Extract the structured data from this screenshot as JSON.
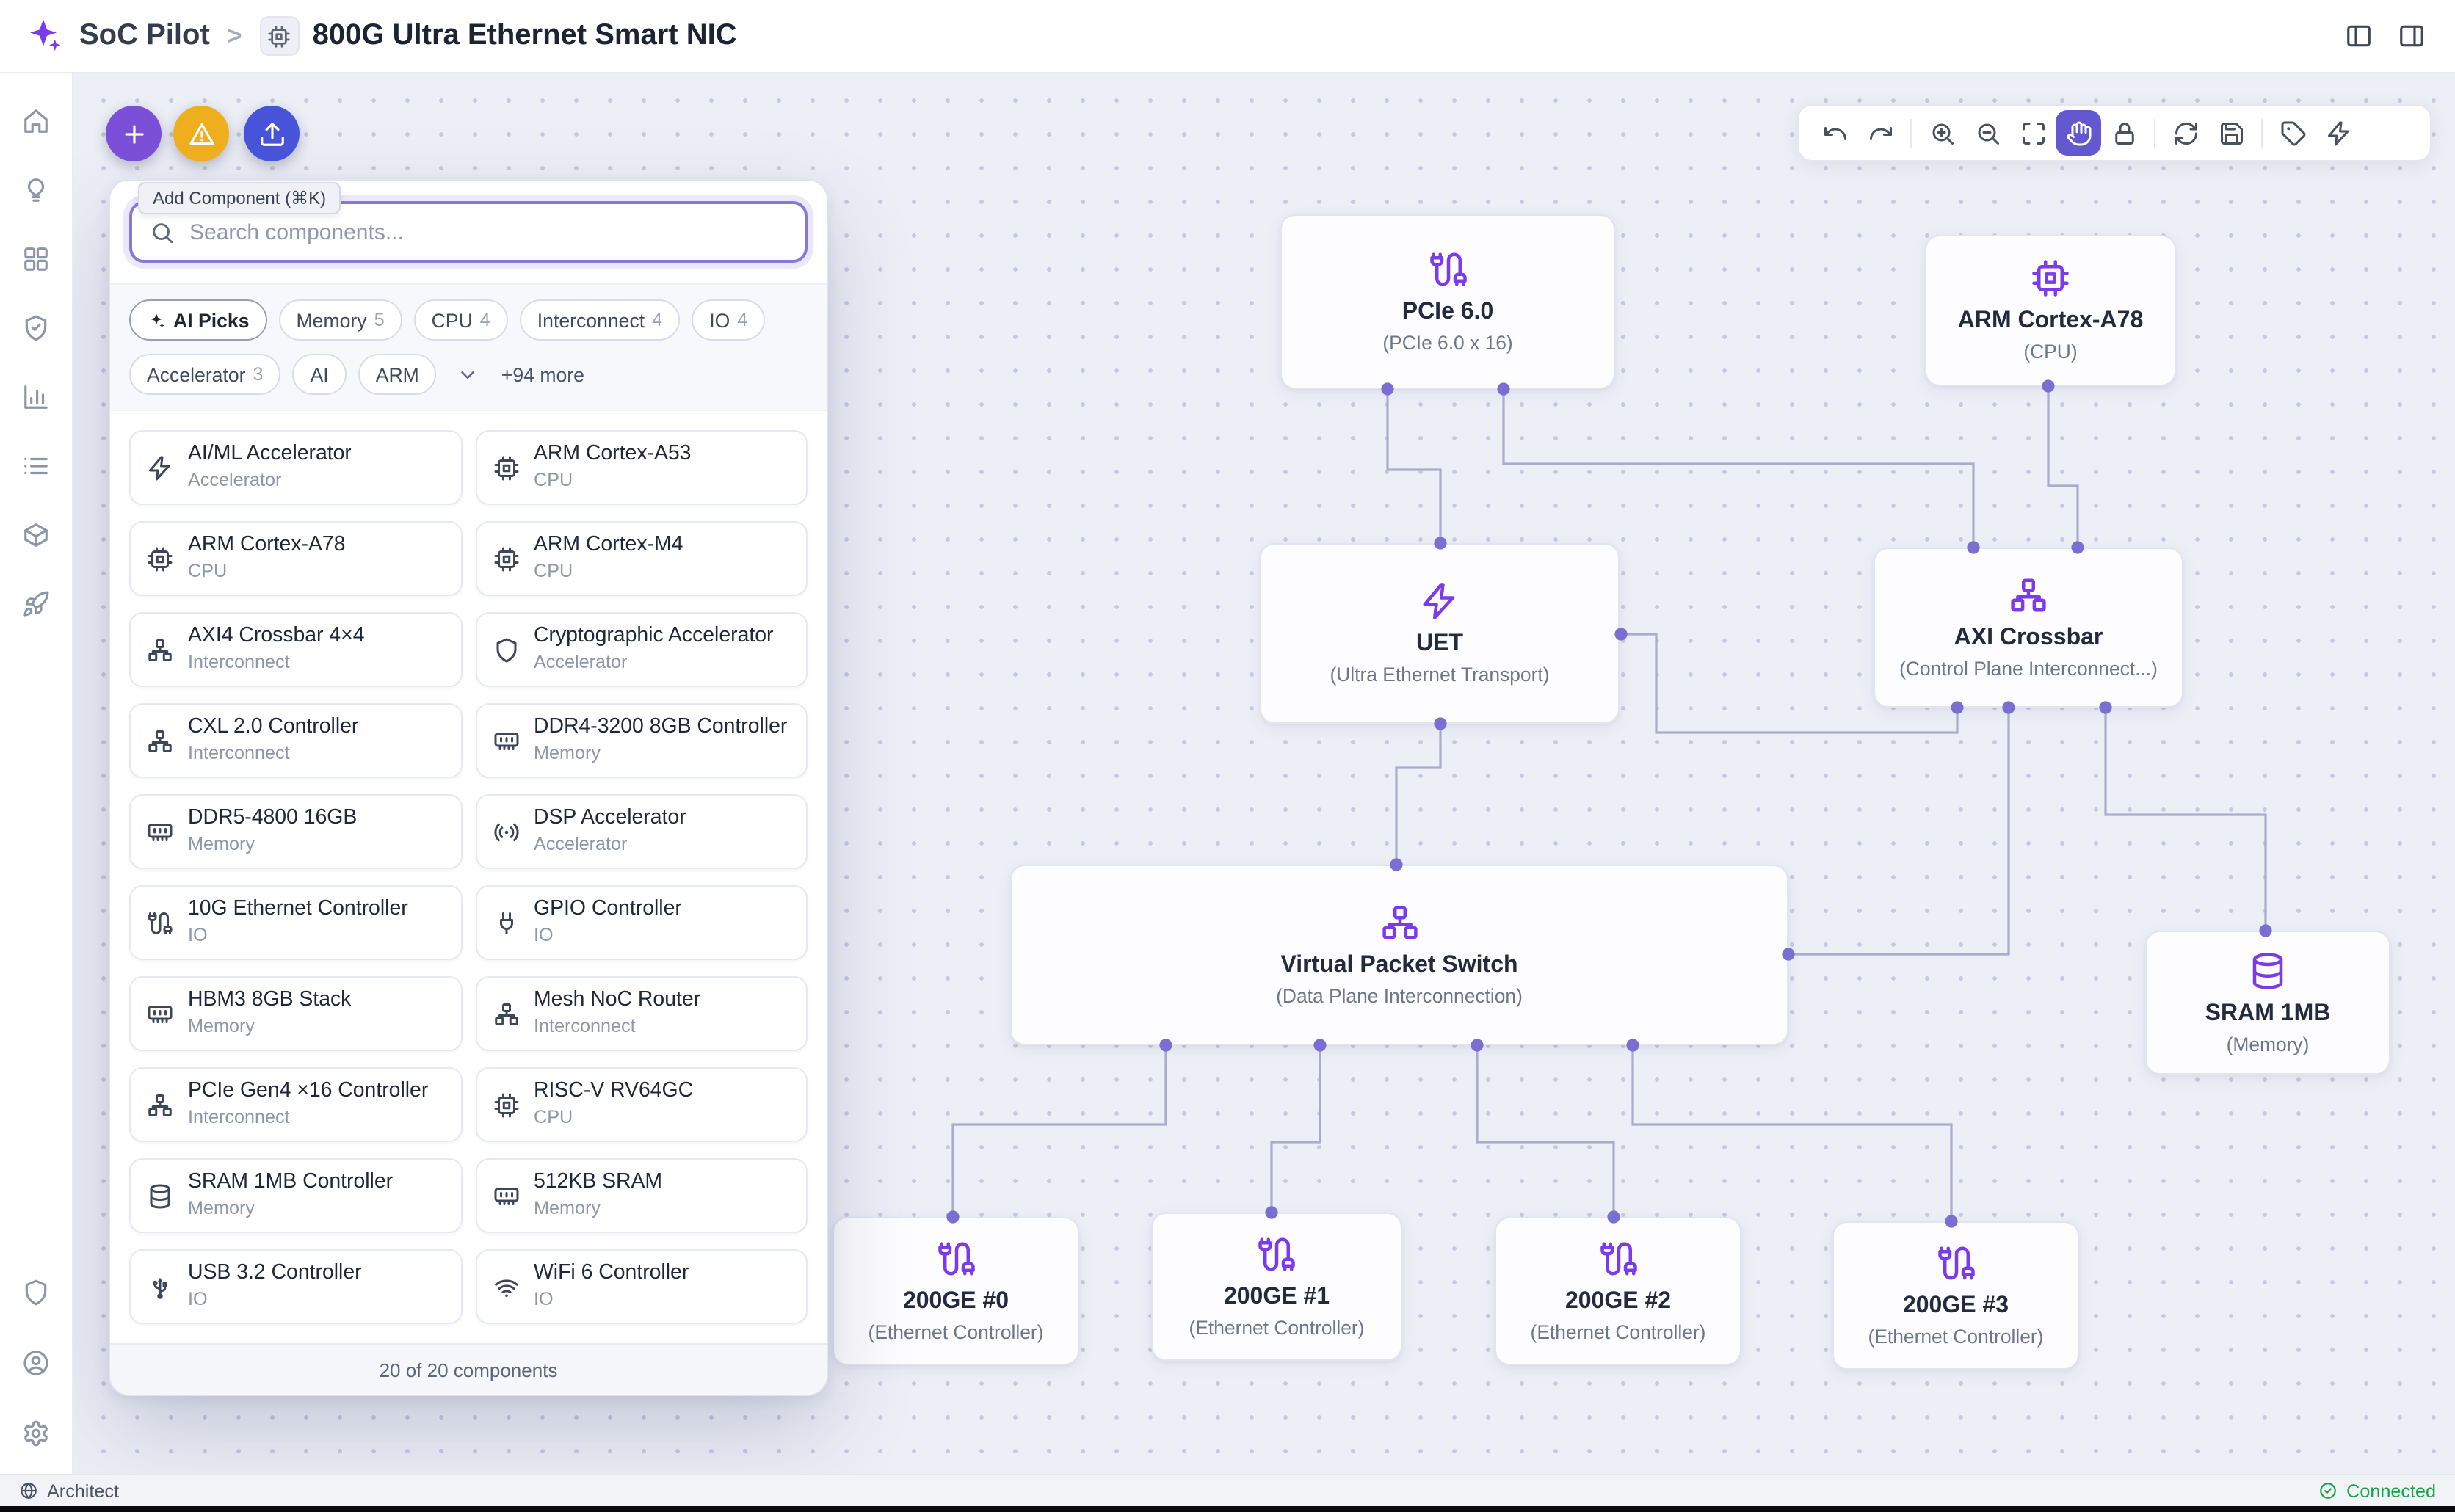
{
  "header": {
    "app_name": "SoC Pilot",
    "separator": ">",
    "project_title": "800G Ultra Ethernet Smart NIC"
  },
  "quick_actions": {
    "add_tooltip": "Add Component (⌘K)"
  },
  "palette": {
    "search": {
      "placeholder": "Search components..."
    },
    "filters": [
      {
        "label": "AI Picks",
        "count": ""
      },
      {
        "label": "Memory",
        "count": "5"
      },
      {
        "label": "CPU",
        "count": "4"
      },
      {
        "label": "Interconnect",
        "count": "4"
      },
      {
        "label": "IO",
        "count": "4"
      },
      {
        "label": "Accelerator",
        "count": "3"
      },
      {
        "label": "AI",
        "count": ""
      },
      {
        "label": "ARM",
        "count": ""
      }
    ],
    "more_label": "+94 more",
    "components": [
      {
        "name": "AI/ML Accelerator",
        "category": "Accelerator",
        "icon": "zap"
      },
      {
        "name": "ARM Cortex-A53",
        "category": "CPU",
        "icon": "cpu"
      },
      {
        "name": "ARM Cortex-A78",
        "category": "CPU",
        "icon": "cpu"
      },
      {
        "name": "ARM Cortex-M4",
        "category": "CPU",
        "icon": "cpu"
      },
      {
        "name": "AXI4 Crossbar 4×4",
        "category": "Interconnect",
        "icon": "network"
      },
      {
        "name": "Cryptographic Accelerator",
        "category": "Accelerator",
        "icon": "shield"
      },
      {
        "name": "CXL 2.0 Controller",
        "category": "Interconnect",
        "icon": "network"
      },
      {
        "name": "DDR4-3200 8GB Controller",
        "category": "Memory",
        "icon": "memory"
      },
      {
        "name": "DDR5-4800 16GB",
        "category": "Memory",
        "icon": "memory"
      },
      {
        "name": "DSP Accelerator",
        "category": "Accelerator",
        "icon": "radio"
      },
      {
        "name": "10G Ethernet Controller",
        "category": "IO",
        "icon": "cable"
      },
      {
        "name": "GPIO Controller",
        "category": "IO",
        "icon": "plug"
      },
      {
        "name": "HBM3 8GB Stack",
        "category": "Memory",
        "icon": "memory"
      },
      {
        "name": "Mesh NoC Router",
        "category": "Interconnect",
        "icon": "network"
      },
      {
        "name": "PCIe Gen4 ×16 Controller",
        "category": "Interconnect",
        "icon": "network"
      },
      {
        "name": "RISC-V RV64GC",
        "category": "CPU",
        "icon": "cpu"
      },
      {
        "name": "SRAM 1MB Controller",
        "category": "Memory",
        "icon": "database"
      },
      {
        "name": "512KB SRAM",
        "category": "Memory",
        "icon": "memory"
      },
      {
        "name": "USB 3.2 Controller",
        "category": "IO",
        "icon": "usb"
      },
      {
        "name": "WiFi 6 Controller",
        "category": "IO",
        "icon": "wifi"
      }
    ],
    "footer": "20 of 20 components"
  },
  "canvas": {
    "nodes": [
      {
        "title": "PCIe 6.0",
        "subtitle": "(PCIe 6.0 x 16)",
        "icon": "cable"
      },
      {
        "title": "ARM Cortex-A78",
        "subtitle": "(CPU)",
        "icon": "cpu"
      },
      {
        "title": "UET",
        "subtitle": "(Ultra Ethernet Transport)",
        "icon": "zap"
      },
      {
        "title": "AXI Crossbar",
        "subtitle": "(Control Plane Interconnect...)",
        "icon": "network"
      },
      {
        "title": "Virtual Packet Switch",
        "subtitle": "(Data Plane Interconnection)",
        "icon": "network"
      },
      {
        "title": "SRAM 1MB",
        "subtitle": "(Memory)",
        "icon": "database"
      },
      {
        "title": "200GE #0",
        "subtitle": "(Ethernet Controller)",
        "icon": "cable"
      },
      {
        "title": "200GE #1",
        "subtitle": "(Ethernet Controller)",
        "icon": "cable"
      },
      {
        "title": "200GE #2",
        "subtitle": "(Ethernet Controller)",
        "icon": "cable"
      },
      {
        "title": "200GE #3",
        "subtitle": "(Ethernet Controller)",
        "icon": "cable"
      }
    ],
    "edges": [
      {
        "from": "PCIe 6.0",
        "to": "UET"
      },
      {
        "from": "PCIe 6.0",
        "to": "AXI Crossbar"
      },
      {
        "from": "ARM Cortex-A78",
        "to": "AXI Crossbar"
      },
      {
        "from": "AXI Crossbar",
        "to": "UET"
      },
      {
        "from": "AXI Crossbar",
        "to": "Virtual Packet Switch"
      },
      {
        "from": "AXI Crossbar",
        "to": "SRAM 1MB"
      },
      {
        "from": "UET",
        "to": "Virtual Packet Switch"
      },
      {
        "from": "Virtual Packet Switch",
        "to": "200GE #0"
      },
      {
        "from": "Virtual Packet Switch",
        "to": "200GE #1"
      },
      {
        "from": "Virtual Packet Switch",
        "to": "200GE #2"
      },
      {
        "from": "Virtual Packet Switch",
        "to": "200GE #3"
      }
    ]
  },
  "status_bar": {
    "role": "Architect",
    "connection": "Connected"
  },
  "colors": {
    "accent": "#7c3aed",
    "fab_add": "#7c4fd9",
    "fab_warn": "#efae1e",
    "fab_export": "#4753d9",
    "active_tool": "#6458d0",
    "connected_green": "#16a34a"
  }
}
